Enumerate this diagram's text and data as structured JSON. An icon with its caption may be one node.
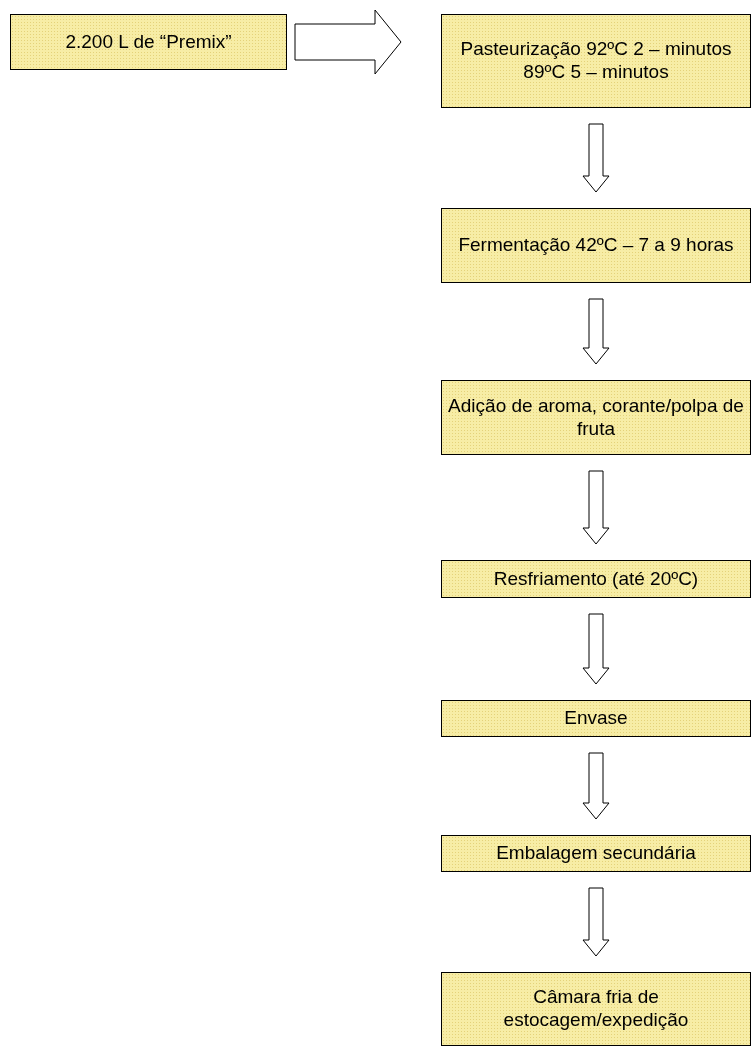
{
  "diagram": {
    "nodes": [
      {
        "text": [
          "2.200 L de “Premix”"
        ]
      },
      {
        "text": [
          "Pasteurização 92ºC 2 – minutos 89ºC 5 – minutos"
        ]
      },
      {
        "text": [
          "Fermentação 42ºC – 7 a 9 horas"
        ]
      },
      {
        "text": [
          "Adição de aroma, corante/polpa de fruta"
        ]
      },
      {
        "text": [
          "Resfriamento (até 20ºC)"
        ]
      },
      {
        "text": [
          "Envase"
        ]
      },
      {
        "text": [
          "Embalagem secundária"
        ]
      },
      {
        "text": [
          "Câmara fria de estocagem/expedição"
        ]
      }
    ],
    "edges": [
      {
        "from": 0,
        "to": 1,
        "arrow": "to"
      },
      {
        "from": 1,
        "to": 2,
        "arrow": "to"
      },
      {
        "from": 2,
        "to": 3,
        "arrow": "to"
      },
      {
        "from": 3,
        "to": 4,
        "arrow": "to"
      },
      {
        "from": 4,
        "to": 5,
        "arrow": "to"
      },
      {
        "from": 5,
        "to": 6,
        "arrow": "to"
      },
      {
        "from": 6,
        "to": 7,
        "arrow": "to"
      }
    ]
  }
}
